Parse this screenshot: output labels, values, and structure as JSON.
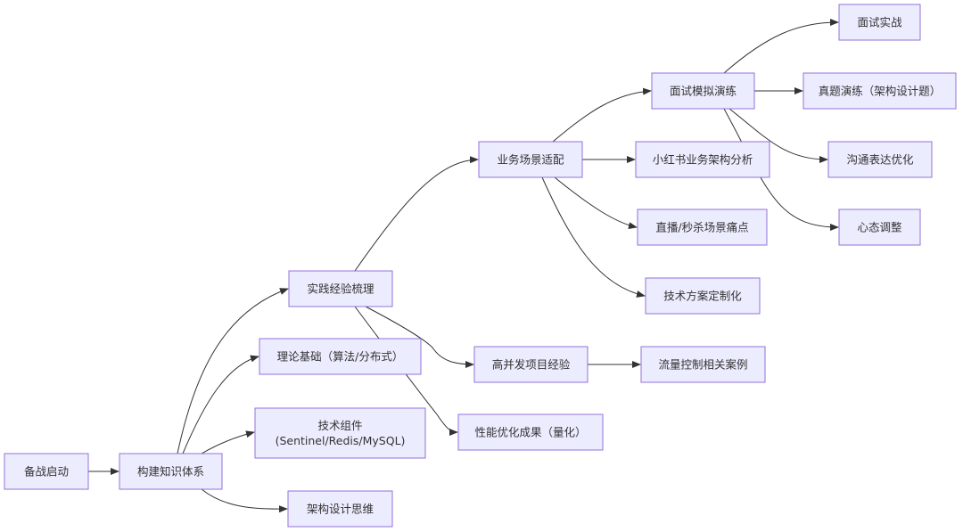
{
  "nodes": [
    {
      "id": "start",
      "label": "备战启动"
    },
    {
      "id": "knowledge",
      "label": "构建知识体系"
    },
    {
      "id": "practice",
      "label": "实践经验梳理"
    },
    {
      "id": "theory",
      "label": "理论基础（算法/分布式）"
    },
    {
      "id": "tech_components",
      "label_lines": [
        "技术组件",
        "(Sentinel/Redis/MySQL)"
      ]
    },
    {
      "id": "arch_thinking",
      "label": "架构设计思维"
    },
    {
      "id": "business",
      "label": "业务场景适配"
    },
    {
      "id": "high_concurrency",
      "label": "高并发项目经验"
    },
    {
      "id": "perf",
      "label": "性能优化成果（量化）"
    },
    {
      "id": "flow_control",
      "label": "流量控制相关案例"
    },
    {
      "id": "mock_interview",
      "label": "面试模拟演练"
    },
    {
      "id": "xhs_arch",
      "label": "小红书业务架构分析"
    },
    {
      "id": "live_seckill",
      "label": "直播/秒杀场景痛点"
    },
    {
      "id": "tech_plan",
      "label": "技术方案定制化"
    },
    {
      "id": "real_interview",
      "label": "面试实战"
    },
    {
      "id": "real_question",
      "label": "真题演练（架构设计题）"
    },
    {
      "id": "communication",
      "label": "沟通表达优化"
    },
    {
      "id": "mindset",
      "label": "心态调整"
    }
  ],
  "edges": [
    {
      "from": "start",
      "to": "knowledge"
    },
    {
      "from": "knowledge",
      "to": "practice"
    },
    {
      "from": "knowledge",
      "to": "theory"
    },
    {
      "from": "knowledge",
      "to": "tech_components"
    },
    {
      "from": "knowledge",
      "to": "arch_thinking"
    },
    {
      "from": "practice",
      "to": "business"
    },
    {
      "from": "practice",
      "to": "high_concurrency"
    },
    {
      "from": "practice",
      "to": "perf"
    },
    {
      "from": "high_concurrency",
      "to": "flow_control"
    },
    {
      "from": "business",
      "to": "mock_interview"
    },
    {
      "from": "business",
      "to": "xhs_arch"
    },
    {
      "from": "business",
      "to": "live_seckill"
    },
    {
      "from": "business",
      "to": "tech_plan"
    },
    {
      "from": "mock_interview",
      "to": "real_interview"
    },
    {
      "from": "mock_interview",
      "to": "real_question"
    },
    {
      "from": "mock_interview",
      "to": "communication"
    },
    {
      "from": "mock_interview",
      "to": "mindset"
    }
  ],
  "colors": {
    "node_fill": "#ececff",
    "node_border": "#9370db",
    "edge": "#333333",
    "text": "#333333"
  }
}
